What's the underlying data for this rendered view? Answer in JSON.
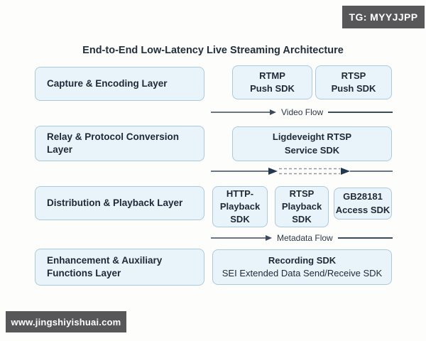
{
  "title": "End-to-End Low-Latency Live Streaming Architecture",
  "badges": {
    "tg": "TG: MYYJJPP",
    "site": "www.jingshiyishuai.com"
  },
  "layers": [
    {
      "label": "Capture & Encoding Layer"
    },
    {
      "label": "Relay & Protocol Conversion Layer"
    },
    {
      "label": "Distribution & Playback Layer"
    },
    {
      "label": "Enhancement & Auxiliary Functions Layer"
    }
  ],
  "sdks": {
    "rtmp_push": {
      "lines": [
        "RTMP",
        "Push SDK"
      ]
    },
    "rtsp_push": {
      "lines": [
        "RTSP",
        "Push SDK"
      ]
    },
    "lightweight_rtsp": {
      "lines": [
        "Ligdeveight RTSP",
        "Service SDK"
      ]
    },
    "http_playback": {
      "lines": [
        "HTTP-",
        "Playback",
        "SDK"
      ]
    },
    "rtsp_playback": {
      "lines": [
        "RTSP",
        "Playback",
        "SDK"
      ]
    },
    "gb28181_access": {
      "lines": [
        "GB28181",
        "Access SDK"
      ]
    },
    "recording": {
      "title": "Recording SDK",
      "subtitle": "SEI Extended Data Send/Receive SDK"
    }
  },
  "flows": {
    "video": "Video Flow",
    "metadata": "Metadata Flow"
  },
  "colors": {
    "box_fill": "#e9f3fa",
    "box_border": "#a9cade",
    "text": "#1d2a36",
    "arrow_line": "#3c4a59",
    "dashed_line": "#9097a0",
    "badge_bg": "#57575a",
    "badge_text": "#ffffff"
  }
}
